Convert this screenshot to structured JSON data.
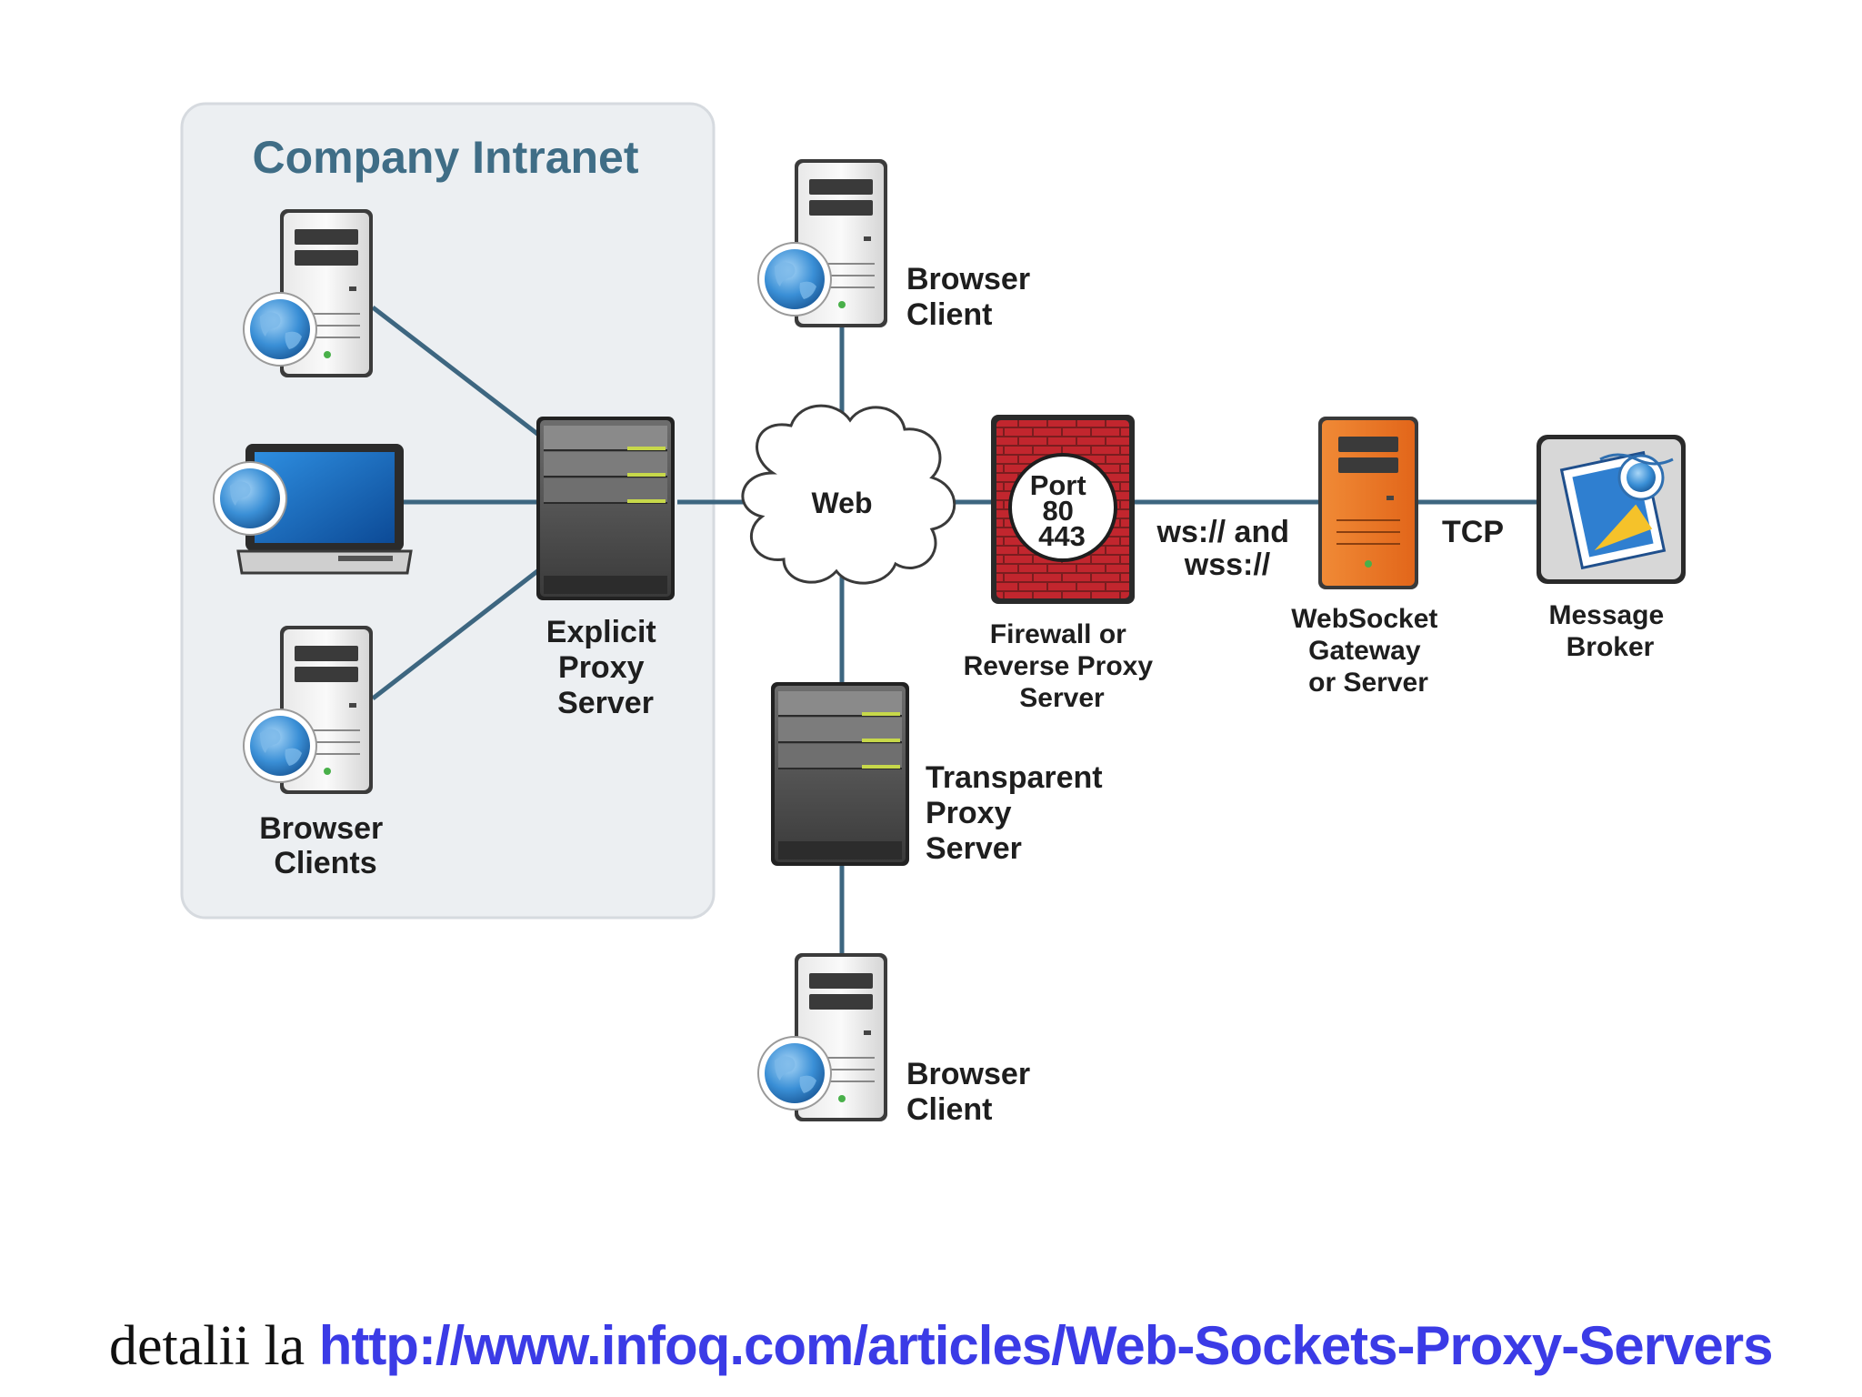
{
  "diagram": {
    "intranet_title": "Company Intranet",
    "browser_client_top": [
      "Browser",
      "Client"
    ],
    "web_label": "Web",
    "explicit_proxy": [
      "Explicit",
      "Proxy",
      "Server"
    ],
    "browser_clients": [
      "Browser",
      "Clients"
    ],
    "firewall_badge": [
      "Port",
      "80",
      "443"
    ],
    "firewall_label": [
      "Firewall or",
      "Reverse Proxy",
      "Server"
    ],
    "protocol_label": [
      "ws:// and",
      "wss://"
    ],
    "tcp_label": "TCP",
    "gateway_label": [
      "WebSocket",
      "Gateway",
      "or Server"
    ],
    "broker_label": [
      "Message",
      "Broker"
    ],
    "transparent_proxy": [
      "Transparent",
      "Proxy",
      "Server"
    ],
    "browser_client_bottom": [
      "Browser",
      "Client"
    ]
  },
  "colors": {
    "line": "#3d6680",
    "intranet_bg": "#eceff2",
    "intranet_title": "#3f6d86",
    "firewall_brick": "#b5202a",
    "gateway": "#f0781e",
    "link": "#3b3be6"
  },
  "footer": {
    "prefix": "detalii la ",
    "link": "http://www.infoq.com/articles/Web-Sockets-Proxy-Servers"
  }
}
